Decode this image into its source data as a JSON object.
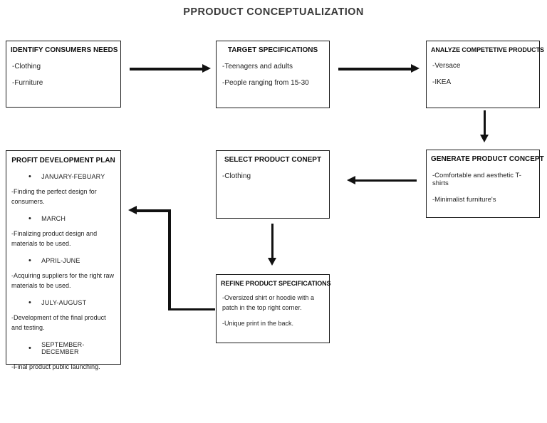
{
  "title": "PPRODUCT CONCEPTUALIZATION",
  "glyphs": {
    "bullet": "•"
  },
  "colors": {
    "border": "#1c1c1c",
    "arrow": "#111111",
    "text": "#1f1f1f",
    "title": "#3a3a3a"
  },
  "boxes": {
    "identify": {
      "title": "IDENTIFY CONSUMERS NEEDS",
      "lines": [
        "-Clothing",
        "-Furniture"
      ]
    },
    "target": {
      "title": "TARGET SPECIFICATIONS",
      "lines": [
        "-Teenagers and adults",
        "-People ranging from 15-30"
      ]
    },
    "analyze": {
      "title": "ANALYZE COMPETETIVE PRODUCTS",
      "lines": [
        "-Versace",
        "-IKEA"
      ]
    },
    "generate": {
      "title": "GENERATE PRODUCT CONCEPT",
      "lines": [
        "-Comfortable and aesthetic T-shirts",
        "-Minimalist furniture's"
      ]
    },
    "select": {
      "title": "SELECT PRODUCT CONEPT",
      "lines": [
        "-Clothing"
      ]
    },
    "refine": {
      "title": "REFINE PRODUCT SPECIFICATIONS",
      "lines": [
        "-Oversized shirt or hoodie with a patch in the top right corner.",
        "-Unique print in the back."
      ]
    },
    "plan": {
      "title": "PROFIT DEVELOPMENT PLAN",
      "items": [
        {
          "kind": "milestone",
          "text": "JANUARY-FEBUARY"
        },
        {
          "kind": "detail",
          "text": "-Finding the perfect design for consumers."
        },
        {
          "kind": "milestone",
          "text": "MARCH"
        },
        {
          "kind": "detail",
          "text": "-Finalizing product design and materials to be used."
        },
        {
          "kind": "milestone",
          "text": "APRIL-JUNE"
        },
        {
          "kind": "detail",
          "text": "-Acquiring suppliers for the right raw materials to be used."
        },
        {
          "kind": "milestone",
          "text": "JULY-AUGUST"
        },
        {
          "kind": "detail",
          "text": "-Development of the final product and testing."
        },
        {
          "kind": "milestone",
          "text": "SEPTEMBER-DECEMBER"
        },
        {
          "kind": "detail",
          "text": "-Final product public launching."
        }
      ]
    }
  }
}
